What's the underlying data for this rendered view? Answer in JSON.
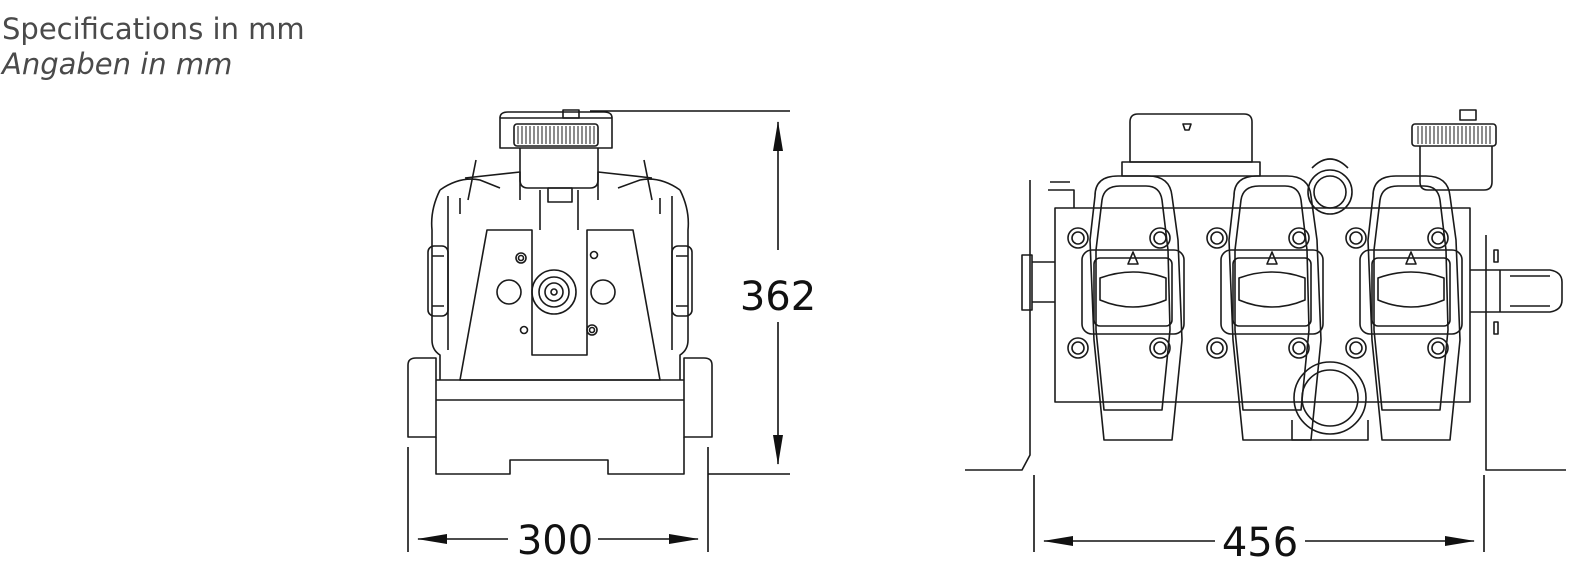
{
  "caption": {
    "english": "Specifications in mm",
    "german": "Angaben in mm"
  },
  "dimensions": {
    "front_width": "300",
    "front_height": "362",
    "side_width": "456"
  },
  "colors": {
    "line": "#1a1a1a",
    "text": "#4a4a4a",
    "background": "#ffffff"
  }
}
